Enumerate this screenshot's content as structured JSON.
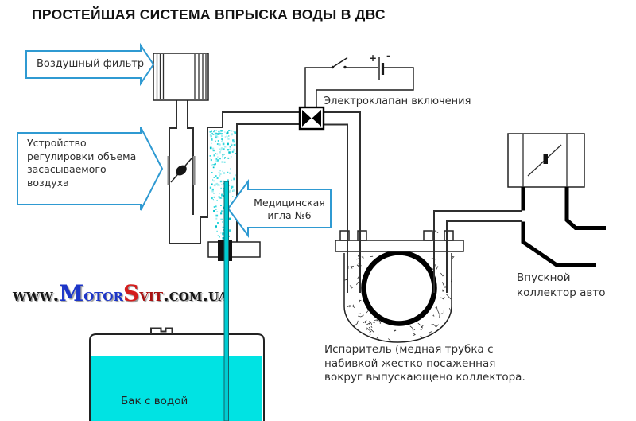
{
  "title": "ПРОСТЕЙШАЯ СИСТЕМА ВПРЫСКА ВОДЫ В ДВС",
  "callouts": {
    "air_filter": {
      "label": "Воздушный фильтр"
    },
    "regulator": {
      "lines": [
        "Устройство",
        "регулировки объема",
        "засасываемого",
        "воздуха"
      ]
    },
    "needle": {
      "lines": [
        "Медицинская",
        "игла №6"
      ]
    }
  },
  "annotations": {
    "solenoid": "Электроклапан включения",
    "intake": {
      "lines": [
        "Впускной",
        "коллектор авто"
      ]
    },
    "evaporator": {
      "lines": [
        "Испаритель (медная трубка с",
        "набивкой жестко посаженная",
        "вокруг выпускающено коллектора."
      ]
    },
    "tank": "Бак с водой",
    "battery": {
      "plus": "+",
      "minus": "-"
    }
  },
  "watermark": {
    "www": "www.",
    "motor": "Motor",
    "svit": "Svit",
    "domain": ".com.ua"
  },
  "colors": {
    "arrow_blue": "#2f9ad2",
    "water_cyan": "#00e3e3",
    "needle_teal": "#00ccd2",
    "spray_base": "#35d8de",
    "spray_light": "#a5eef1",
    "spray_deep": "#00c2cb",
    "watermark_blue": "#1c35c8",
    "watermark_red": "#a81212"
  }
}
